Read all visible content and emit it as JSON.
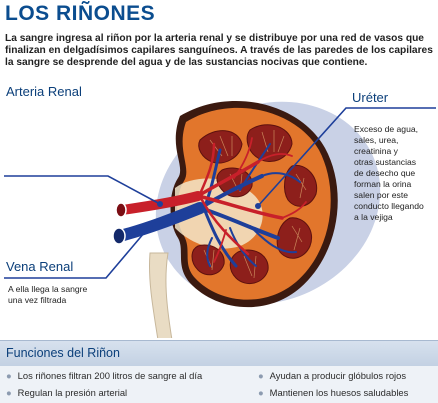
{
  "title": "LOS RIÑONES",
  "intro": "La sangre ingresa al riñon por la arteria renal y se distribuye por una red de vasos que finalizan en delgadísimos capilares sanguíneos. A través de las paredes de los capilares la sangre se desprende del agua y de las sustancias nocivas que contiene.",
  "labels": {
    "arteria": "Arteria Renal",
    "vena": "Vena Renal",
    "vena_note_1": "A ella llega la sangre",
    "vena_note_2": "una vez filtrada",
    "ureter": "Uréter",
    "ureter_note": [
      "Exceso de agua,",
      "sales, urea,",
      "creatinina y",
      "otras sustancias",
      "de desecho que",
      "forman la orina",
      "salen por este",
      "conducto llegando",
      "a la vejiga"
    ]
  },
  "functions": {
    "heading": "Funciones del Riñon",
    "items": [
      "Los riñones filtran 200 litros de sangre al día",
      "Regulan la presión arterial",
      "Ayudan a producir glóbulos rojos",
      "Mantienen los huesos saludables"
    ]
  },
  "colors": {
    "title": "#0b4d8f",
    "artery": "#c8202a",
    "vein": "#1e3f9a",
    "cortex": "#e2762c",
    "capsule": "#3b1a10",
    "pyramid": "#8d1f1b",
    "shadow": "#c9d1e6"
  }
}
